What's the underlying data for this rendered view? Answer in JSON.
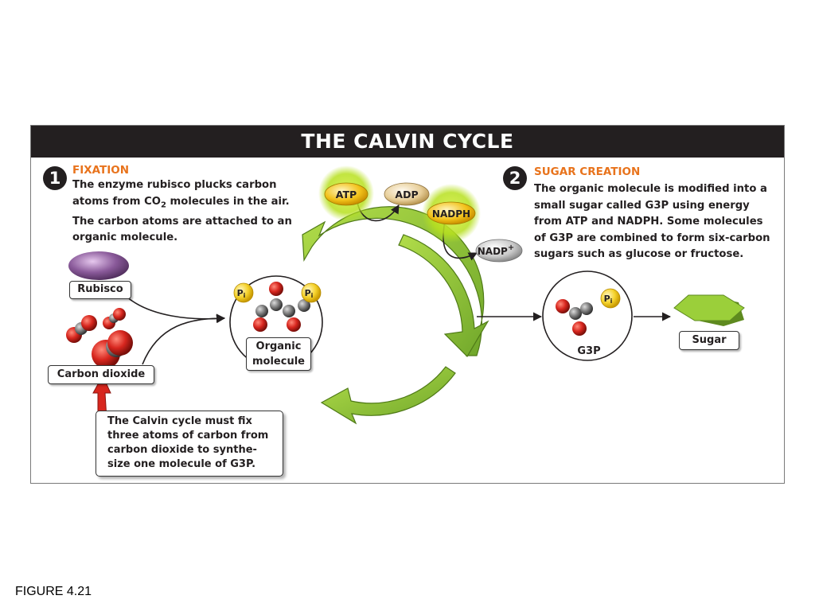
{
  "title": "THE CALVIN CYCLE",
  "figure_caption": "FIGURE 4.21",
  "step1": {
    "number": "1",
    "heading": "FIXATION",
    "text_line1": "The enzyme rubisco plucks carbon",
    "text_line2_pre": "atoms from CO",
    "text_line2_sub": "2",
    "text_line2_post": " molecules in the air.",
    "text_line3": "The carbon atoms are attached to an",
    "text_line4": "organic molecule."
  },
  "step2": {
    "number": "2",
    "heading": "SUGAR CREATION",
    "text_lines": [
      "The organic molecule is modified into a",
      "small sugar called G3P using energy",
      "from ATP and NADPH.  Some molecules",
      "of G3P are combined to form six-carbon",
      "sugars such as glucose or fructose."
    ]
  },
  "labels": {
    "rubisco": "Rubisco",
    "carbon_dioxide": "Carbon dioxide",
    "organic_molecule_line1": "Organic",
    "organic_molecule_line2": "molecule",
    "g3p": "G3P",
    "sugar": "Sugar",
    "atp": "ATP",
    "adp": "ADP",
    "nadph": "NADPH",
    "nadp": "NADP",
    "nadp_sup": "+",
    "pi_main": "P",
    "pi_sub": "i"
  },
  "note_lines": [
    "The Calvin cycle must fix",
    "three atoms of carbon from",
    "carbon dioxide to synthe-",
    "size one molecule of G3P."
  ],
  "colors": {
    "title_bar": "#231f20",
    "heading_orange": "#e8731c",
    "cycle_green": "#8cc63f",
    "oxygen_red": "#d7261e",
    "carbon_gray": "#7d7d7d",
    "phosphate_yellow": "#f5d22b",
    "rubisco_purple": "#8a5a9a",
    "sugar_green": "#8cc63f",
    "note_arrow_red": "#d7261e"
  }
}
